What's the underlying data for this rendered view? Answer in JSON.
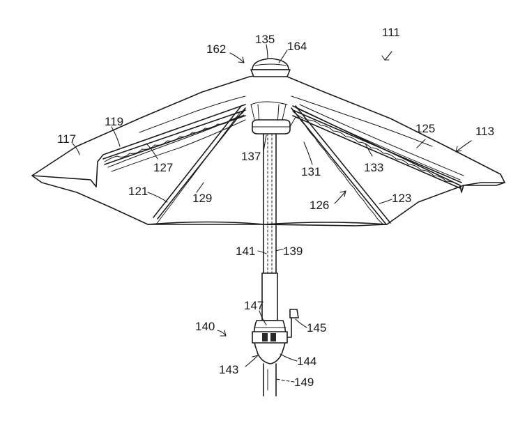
{
  "figure": {
    "labels": {
      "l111": "111",
      "l162": "162",
      "l135": "135",
      "l164": "164",
      "l113": "113",
      "l117": "117",
      "l119": "119",
      "l125": "125",
      "l127": "127",
      "l137": "137",
      "l131": "131",
      "l133": "133",
      "l121": "121",
      "l129": "129",
      "l126": "126",
      "l123": "123",
      "l141": "141",
      "l139": "139",
      "l147": "147",
      "l140": "140",
      "l145": "145",
      "l144": "144",
      "l143": "143",
      "l149": "149"
    }
  }
}
